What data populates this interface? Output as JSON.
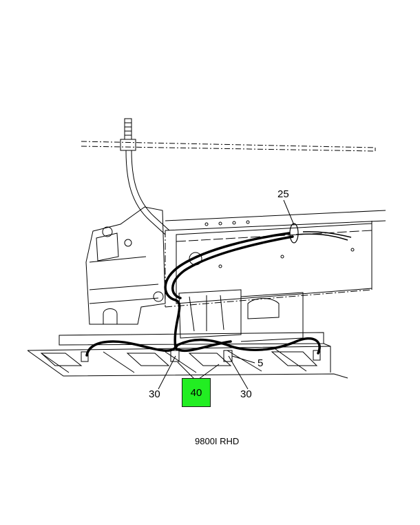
{
  "callouts": {
    "harness": "25",
    "bracket": "5",
    "clip_left": "30",
    "clip_right": "30",
    "highlighted": "40"
  },
  "caption": "9800I RHD",
  "colors": {
    "highlight": "#22ee22",
    "line": "#000000",
    "background": "#ffffff"
  }
}
